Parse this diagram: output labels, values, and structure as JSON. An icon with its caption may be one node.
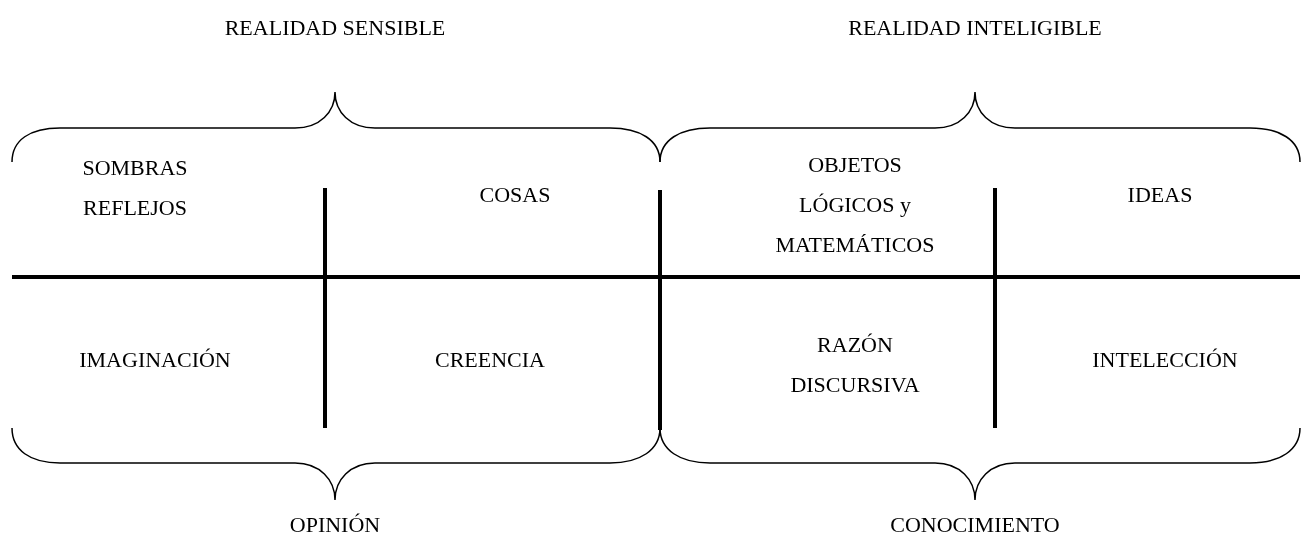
{
  "diagram": {
    "labels": [
      "REALIDAD SENSIBLE",
      "REALIDAD INTELIGIBLE",
      "SOMBRAS REFLEJOS",
      "COSAS",
      "OBJETOS LÓGICOS y MATEMÁTICOS",
      "IDEAS",
      "IMAGINACIÓN",
      "CREENCIA",
      "RAZÓN DISCURSIVA",
      "INTELECCIÓN",
      "OPINIÓN",
      "CONOCIMIENTO"
    ]
  }
}
